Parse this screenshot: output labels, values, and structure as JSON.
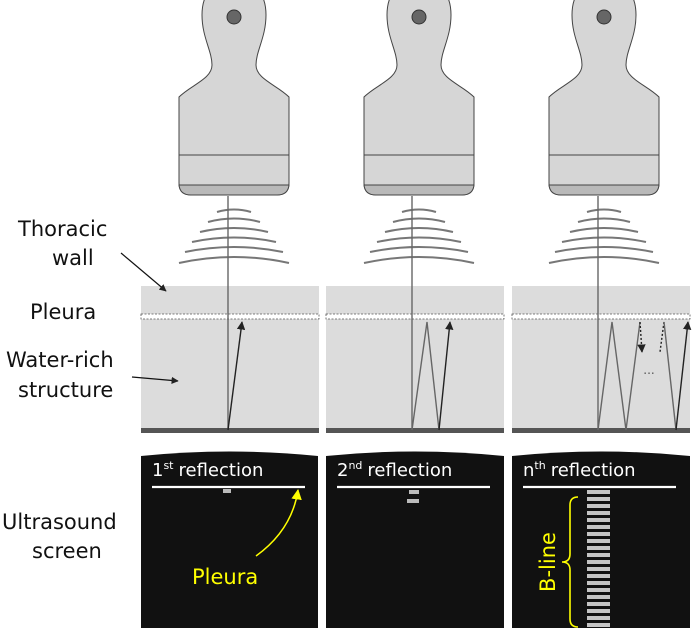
{
  "labels": {
    "thoracic_wall_line1": "Thoracic",
    "thoracic_wall_line2": "wall",
    "pleura": "Pleura",
    "water_rich_line1": "Water-rich",
    "water_rich_line2": "structure",
    "ultrasound_line1": "Ultrasound",
    "ultrasound_line2": "screen"
  },
  "screens": [
    {
      "sup_number": "1",
      "sup": "st",
      "title": "reflection"
    },
    {
      "sup_number": "2",
      "sup": "nd",
      "title": "reflection"
    },
    {
      "sup_number": "n",
      "sup": "th",
      "title": "reflection"
    }
  ],
  "screen_annotations": {
    "pleura": "Pleura",
    "b_line": "B-line",
    "ellipsis": "..."
  },
  "colors": {
    "probe_fill": "#d6d6d6",
    "probe_band": "#b9b9b9",
    "tissue": "#dcdcdc",
    "floor": "#555555",
    "screen": "#111111",
    "highlight": "#ffff00"
  }
}
